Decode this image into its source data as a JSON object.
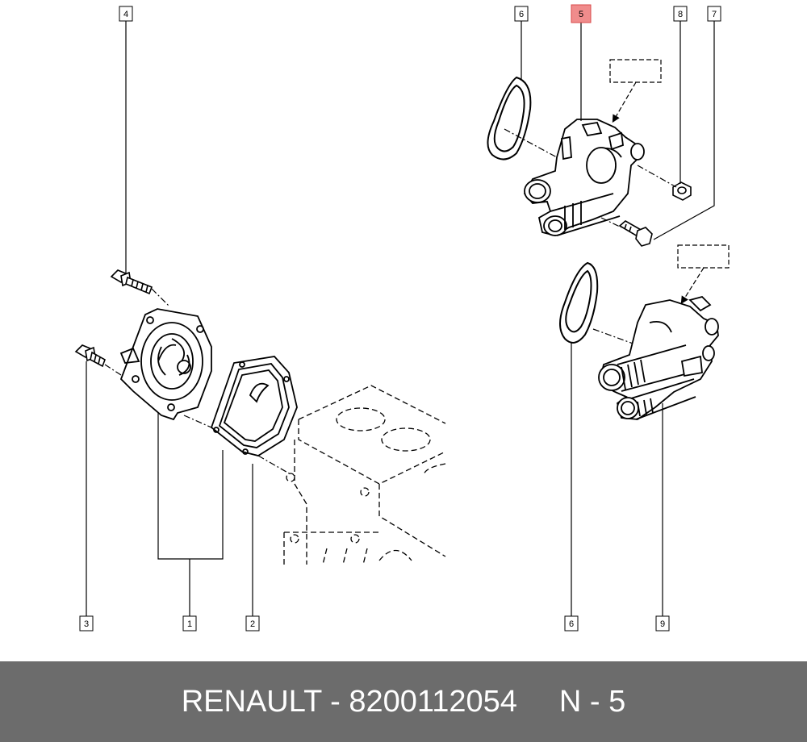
{
  "callouts": {
    "c4": "4",
    "c5": "5",
    "c6_top": "6",
    "c8": "8",
    "c7": "7",
    "c3": "3",
    "c1": "1",
    "c2": "2",
    "c6_bottom": "6",
    "c9": "9"
  },
  "highlight_color": "#f08c8c",
  "footer": {
    "brand_part": "RENAULT - 8200112054",
    "page_ref": "N - 5"
  }
}
